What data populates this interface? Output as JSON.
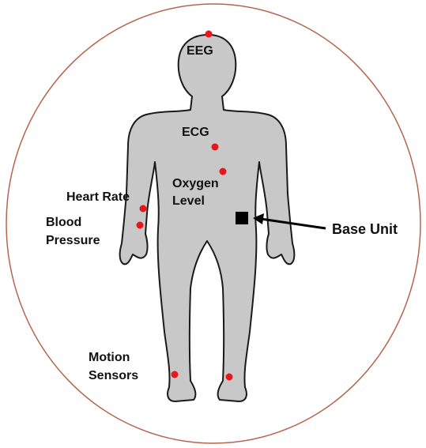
{
  "colors": {
    "background": "#ffffff",
    "circle_outline": "#b5654e",
    "body_fill": "#c8c8c8",
    "body_outline": "#1a1a1a",
    "sensor_dot": "#e8171a",
    "base_unit": "#000000",
    "text": "#111111"
  },
  "labels": {
    "eeg": "EEG",
    "ecg": "ECG",
    "oxygen_line1": "Oxygen",
    "oxygen_line2": "Level",
    "heart_rate": "Heart Rate",
    "blood_line1": "Blood",
    "blood_line2": "Pressure",
    "base_unit": "Base Unit",
    "motion_line1": "Motion",
    "motion_line2": "Sensors"
  }
}
